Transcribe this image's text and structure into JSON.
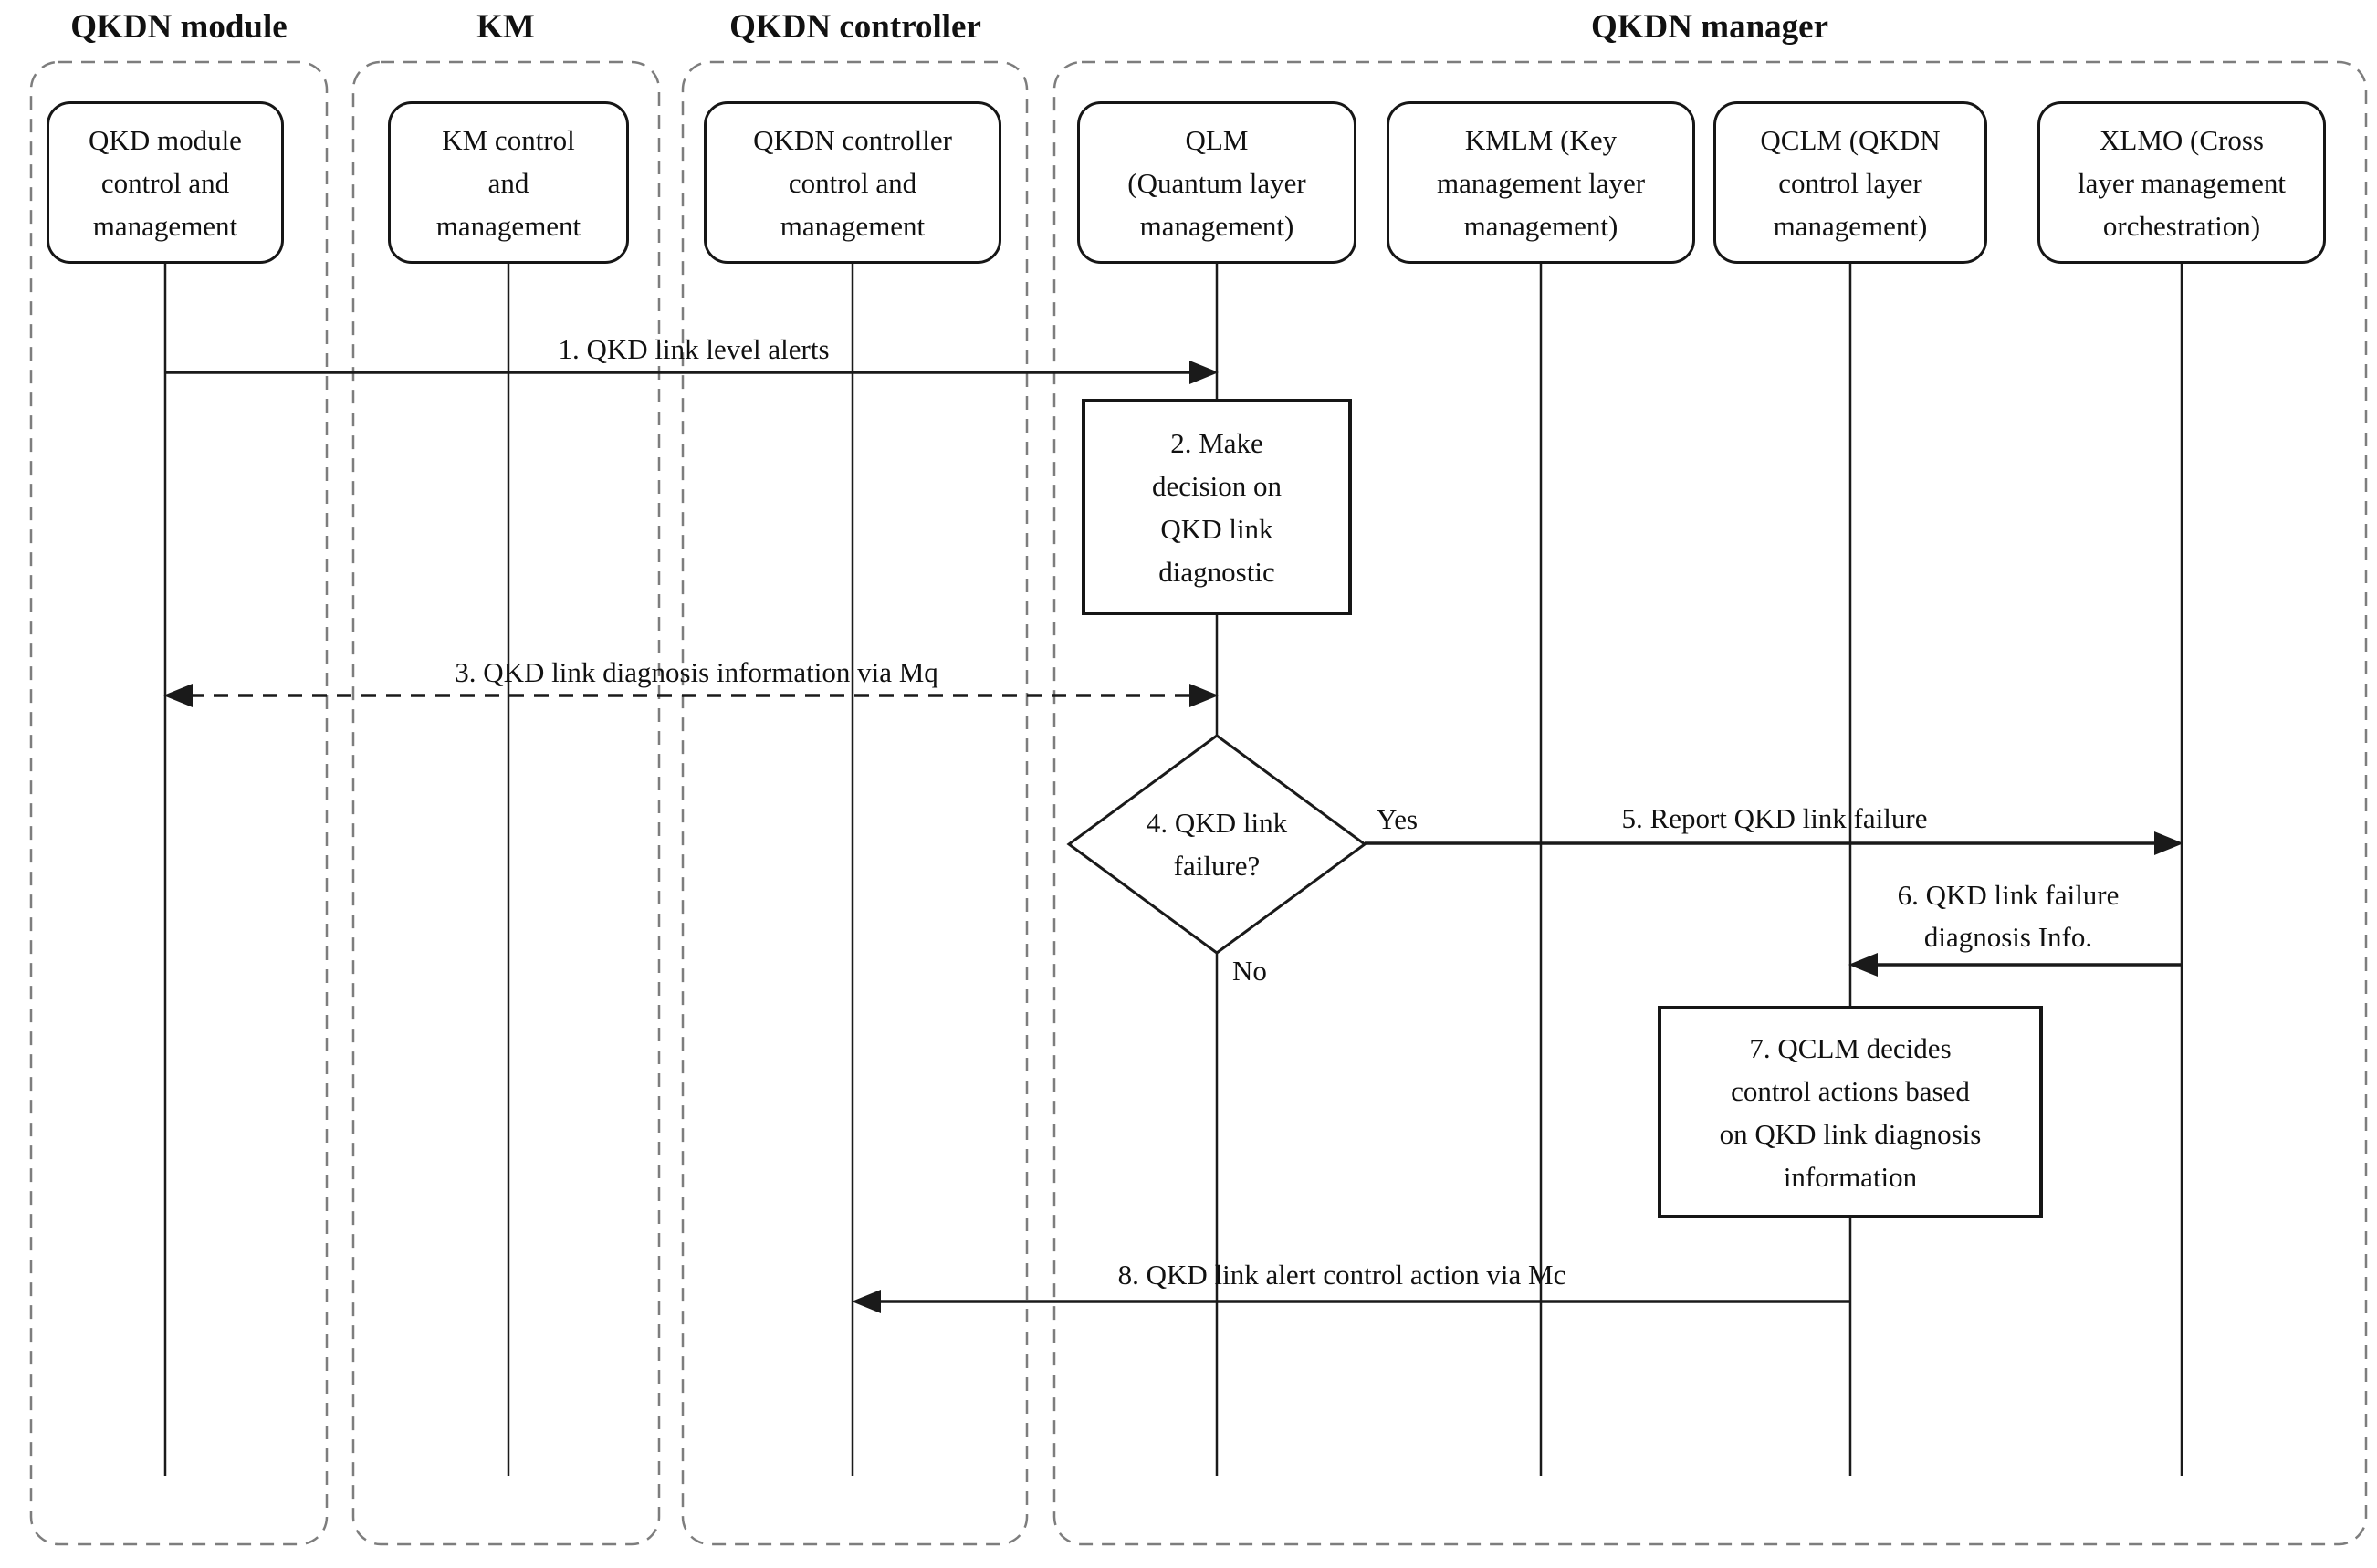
{
  "groups": [
    {
      "title": "QKDN module"
    },
    {
      "title": "KM"
    },
    {
      "title": "QKDN controller"
    },
    {
      "title": "QKDN manager"
    }
  ],
  "participants": [
    {
      "name": "QKD module\ncontrol and\nmanagement"
    },
    {
      "name": "KM control\nand\nmanagement"
    },
    {
      "name": "QKDN controller\ncontrol and\nmanagement"
    },
    {
      "name": "QLM\n(Quantum layer\nmanagement)"
    },
    {
      "name": "KMLM (Key\nmanagement layer\nmanagement)"
    },
    {
      "name": "QCLM (QKDN\ncontrol layer\nmanagement)"
    },
    {
      "name": "XLMO (Cross\nlayer management\norchestration)"
    }
  ],
  "messages": [
    {
      "label": "1. QKD link level alerts"
    },
    {
      "label": "3. QKD link diagnosis information via Mq"
    },
    {
      "label": "5. Report QKD link failure"
    },
    {
      "label": "6. QKD link failure\ndiagnosis Info."
    },
    {
      "label": "8. QKD link alert control action via Mc"
    }
  ],
  "processes": [
    {
      "label": "2. Make\ndecision on\nQKD link\ndiagnostic"
    },
    {
      "label": "7. QCLM decides\ncontrol actions based\non QKD link diagnosis\ninformation"
    }
  ],
  "decision": {
    "label": "4. QKD link\nfailure?",
    "yes_label": "Yes",
    "no_label": "No"
  },
  "colors": {
    "line": "#1a1a1a",
    "dashed_border": "#7d7d7d",
    "background": "#ffffff"
  }
}
